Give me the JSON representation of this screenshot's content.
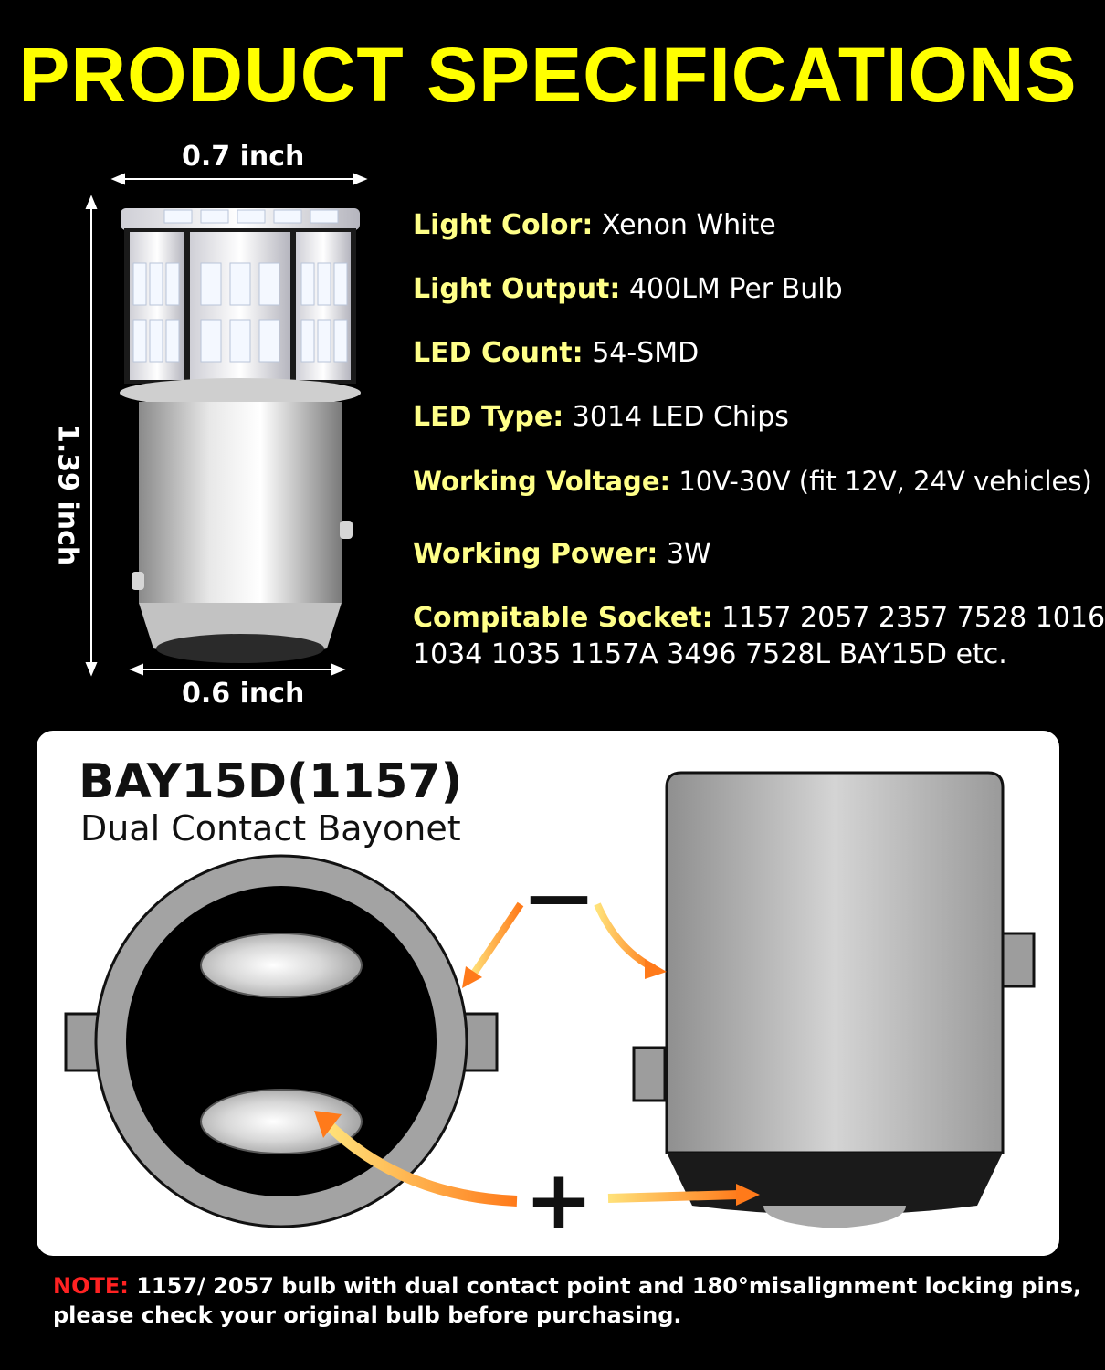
{
  "header": {
    "title": "PRODUCT SPECIFICATIONS"
  },
  "dimensions": {
    "top_width": "0.7 inch",
    "height": "1.39 inch",
    "base_width": "0.6 inch"
  },
  "specs": [
    {
      "label": "Light Color:",
      "value": "Xenon White"
    },
    {
      "label": "Light Output:",
      "value": "400LM Per Bulb"
    },
    {
      "label": "LED Count:",
      "value": "54-SMD"
    },
    {
      "label": "LED Type:",
      "value": "3014 LED Chips"
    },
    {
      "label": "Working Voltage:",
      "value": "10V-30V (fit 12V, 24V vehicles)"
    },
    {
      "label": "Working Power:",
      "value": "3W"
    },
    {
      "label": "Compitable Socket:",
      "value": "1157 2057 2357 7528 1016",
      "value_line2": "1034 1035 1157A 3496 7528L BAY15D etc."
    }
  ],
  "diagram": {
    "title": "BAY15D(1157)",
    "subtitle": "Dual Contact Bayonet",
    "minus_symbol": "—",
    "plus_symbol": "+"
  },
  "note": {
    "label": "NOTE:",
    "line1": " 1157/ 2057 bulb with dual contact point and 180°misalignment locking pins,",
    "line2": "please check your original bulb before purchasing."
  },
  "colors": {
    "title_yellow": "#ffff00",
    "label_yellow": "#ffff88",
    "note_red": "#ff2222",
    "arrow_orange": "#ff8a1e"
  }
}
